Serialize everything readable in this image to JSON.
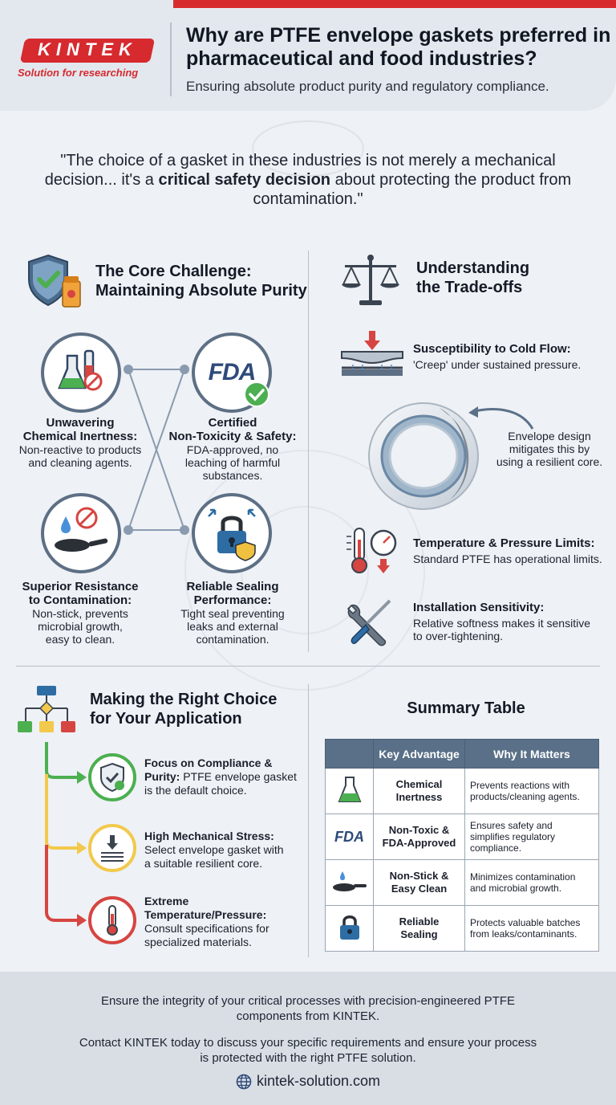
{
  "header": {
    "logo": "KINTEK",
    "tagline": "Solution for researching",
    "title": "Why are PTFE envelope gaskets preferred in pharmaceutical and food industries?",
    "subtitle": "Ensuring absolute product purity and regulatory compliance."
  },
  "quote": {
    "before": "\"The choice of a gasket in these industries is not merely a mechanical decision... it's a ",
    "emphasis": "critical safety decision",
    "after": " about protecting the product from contamination.\""
  },
  "core_challenge": {
    "title_line1": "The Core Challenge:",
    "title_line2": "Maintaining Absolute Purity",
    "benefits": [
      {
        "title1": "Unwavering",
        "title2": "Chemical Inertness:",
        "desc1": "Non-reactive to products",
        "desc2": "and cleaning agents.",
        "desc3": ""
      },
      {
        "title1": "Certified",
        "title2": "Non-Toxicity & Safety:",
        "desc1": "FDA-approved, no",
        "desc2": "leaching of harmful",
        "desc3": "substances."
      },
      {
        "title1": "Superior Resistance",
        "title2": "to Contamination:",
        "desc1": "Non-stick, prevents",
        "desc2": "microbial growth,",
        "desc3": "easy to clean."
      },
      {
        "title1": "Reliable Sealing",
        "title2": "Performance:",
        "desc1": "Tight seal preventing",
        "desc2": "leaks and external",
        "desc3": "contamination."
      }
    ],
    "fda_badge": "FDA"
  },
  "tradeoffs": {
    "title_line1": "Understanding",
    "title_line2": "the Trade-offs",
    "items": [
      {
        "title": "Susceptibility to Cold Flow:",
        "desc1": "'Creep' under sustained pressure.",
        "desc2": ""
      },
      {
        "title": "Temperature & Pressure Limits:",
        "desc1": "Standard PTFE has operational limits.",
        "desc2": ""
      },
      {
        "title": "Installation Sensitivity:",
        "desc1": "Relative softness makes it sensitive",
        "desc2": "to over-tightening."
      }
    ],
    "callout1": "Envelope design",
    "callout2": "mitigates this by",
    "callout3": "using a resilient core."
  },
  "choice": {
    "title_line1": "Making the Right Choice",
    "title_line2": "for Your Application",
    "options": [
      {
        "bold": "Focus on Compliance &",
        "bold2": "Purity:",
        "rest": "PTFE envelope gasket",
        "rest2": "is the default choice.",
        "color": "#4caf50"
      },
      {
        "bold": "High Mechanical Stress:",
        "bold2": "",
        "rest": "Select envelope gasket with",
        "rest2": "a suitable resilient core.",
        "color": "#f2c94c"
      },
      {
        "bold": "Extreme",
        "bold2": "Temperature/Pressure:",
        "rest": "Consult specifications for",
        "rest2": "specialized materials.",
        "color": "#d64541"
      }
    ]
  },
  "summary": {
    "title": "Summary Table",
    "headers": [
      "",
      "Key Advantage",
      "Why It Matters"
    ],
    "rows": [
      {
        "key1": "Chemical",
        "key2": "Inertness",
        "why1": "Prevents reactions with",
        "why2": "products/cleaning agents.",
        "why3": ""
      },
      {
        "key1": "Non-Toxic &",
        "key2": "FDA-Approved",
        "why1": "Ensures safety and",
        "why2": "simplifies regulatory",
        "why3": "compliance."
      },
      {
        "key1": "Non-Stick &",
        "key2": "Easy Clean",
        "why1": "Minimizes contamination",
        "why2": "and microbial growth.",
        "why3": ""
      },
      {
        "key1": "Reliable",
        "key2": "Sealing",
        "why1": "Protects valuable batches",
        "why2": "from leaks/contaminants.",
        "why3": ""
      }
    ],
    "fda_icon_text": "FDA"
  },
  "footer": {
    "line1": "Ensure the integrity of your critical processes with precision-engineered PTFE",
    "line2": "components from KINTEK.",
    "line3": "Contact KINTEK today to discuss your specific requirements and ensure your process",
    "line4": "is protected with the right PTFE solution.",
    "website": "kintek-solution.com"
  },
  "colors": {
    "brand_red": "#d62a2f",
    "slate": "#5d6f84",
    "table_header": "#5a7088",
    "green": "#4caf50",
    "yellow": "#f2c94c",
    "red": "#d64541"
  }
}
